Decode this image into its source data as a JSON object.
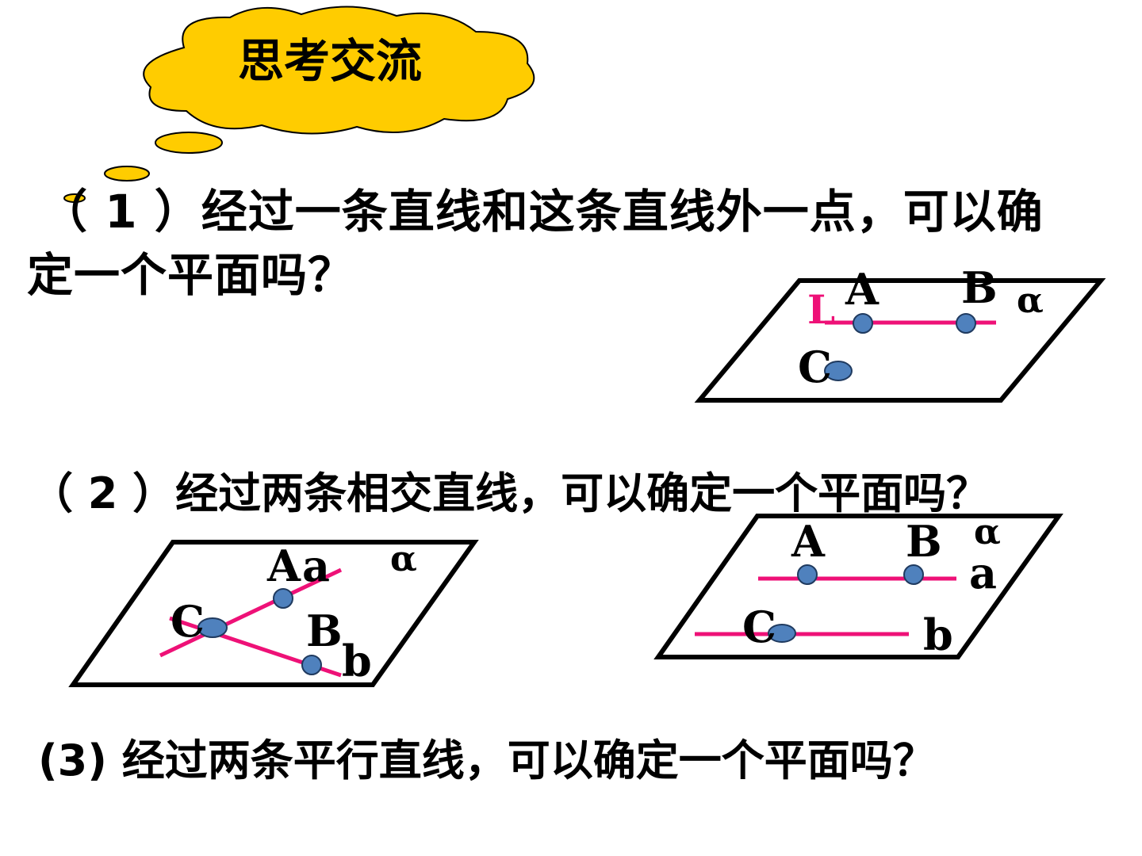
{
  "cloud": {
    "title": "思考交流",
    "fill": "#ffcc00"
  },
  "questions": {
    "q1_line1": "（ 1 ）经过一条直线和这条直线外一点，可以确",
    "q1_line2": "定一个平面吗？",
    "q2": "（ 2 ）经过两条相交直线，可以确定一个平面吗？",
    "q3": "(3) 经过两条平行直线，可以确定一个平面吗？"
  },
  "figure1": {
    "plane": "α",
    "line": "L",
    "point_a": "A",
    "point_b": "B",
    "point_c": "C"
  },
  "figure2": {
    "plane": "α",
    "point_a": "A",
    "line_a": "a",
    "point_b": "B",
    "line_b": "b",
    "point_c": "C"
  },
  "figure3": {
    "plane": "α",
    "point_a": "A",
    "point_b": "B",
    "line_a": "a",
    "line_b": "b",
    "point_c": "C"
  },
  "colors": {
    "line": "#ee1177",
    "point": "#4f81bd",
    "point_stroke": "#1f3a5f",
    "label_L": "#ee1177"
  }
}
